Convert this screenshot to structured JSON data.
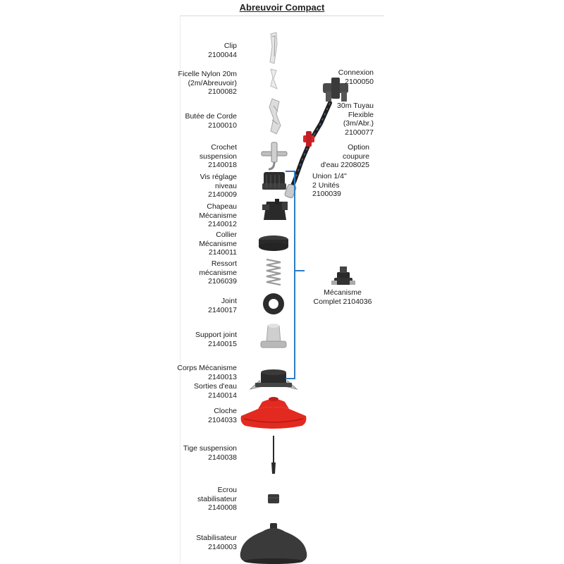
{
  "title": "Abreuvoir Compact",
  "parts_left": [
    {
      "name": [
        "Clip"
      ],
      "code": "2100044"
    },
    {
      "name": [
        "Ficelle Nylon 20m",
        "(2m/Abreuvoir)"
      ],
      "code": "2100082"
    },
    {
      "name": [
        "Butée de Corde"
      ],
      "code": "2100010"
    },
    {
      "name": [
        "Crochet",
        "suspension"
      ],
      "code": "2140018"
    },
    {
      "name": [
        "Vis réglage",
        "niveau"
      ],
      "code": "2140009"
    },
    {
      "name": [
        "Chapeau",
        "Mécanisme"
      ],
      "code": "2140012"
    },
    {
      "name": [
        "Collier",
        "Mécanisme"
      ],
      "code": "2140011"
    },
    {
      "name": [
        "Ressort",
        "mécanisme"
      ],
      "code": "2106039"
    },
    {
      "name": [
        "Joint"
      ],
      "code": "2140017"
    },
    {
      "name": [
        "Support joint"
      ],
      "code": "2140015"
    },
    {
      "name": [
        "Corps Mécanisme"
      ],
      "code": "2140013"
    },
    {
      "name": [
        "Sorties d'eau"
      ],
      "code": "2140014"
    },
    {
      "name": [
        "Cloche"
      ],
      "code": "2104033"
    },
    {
      "name": [
        "Tige suspension"
      ],
      "code": "2140038"
    },
    {
      "name": [
        "Ecrou",
        "stabilisateur"
      ],
      "code": "2140008"
    },
    {
      "name": [
        "Stabilisateur"
      ],
      "code": "2140003"
    }
  ],
  "parts_right": [
    {
      "lines": [
        "Connexion",
        "2100050"
      ]
    },
    {
      "lines": [
        "30m Tuyau",
        "Flexible",
        "(3m/Abr.)",
        "2100077"
      ]
    },
    {
      "lines": [
        "Option",
        "coupure",
        "d'eau 2208025"
      ]
    },
    {
      "lines": [
        "Union 1/4\"",
        "2 Unités",
        "2100039"
      ]
    },
    {
      "lines": [
        "Mécanisme",
        "Complet 2104036"
      ]
    }
  ],
  "colors": {
    "bracket": "#2e7bc4",
    "cloche_red": "#e32a20",
    "dark_part": "#2b2b2b",
    "grey_part": "#bdbdbd"
  }
}
